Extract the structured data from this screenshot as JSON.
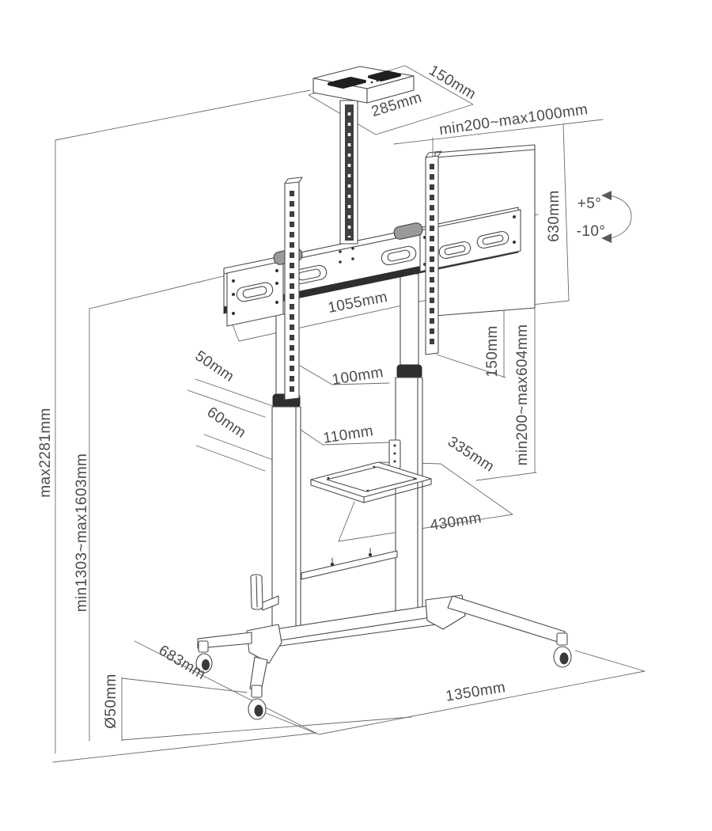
{
  "page": {
    "background": "#ffffff"
  },
  "diagram": {
    "type": "isometric dimensional technical drawing",
    "subject": "Height-adjustable mobile TV floor stand with camera shelf, AV shelf and casters",
    "colors": {
      "line": "#4a4a4a",
      "dimension_line": "#6a6a6a",
      "dark_fill": "#2e2e2e",
      "text": "#4b4b4b",
      "background": "#ffffff"
    },
    "dimensions": {
      "camera_shelf_depth": "150mm",
      "camera_shelf_width": "285mm",
      "mount_width_range": "min200~max1000mm",
      "screen_height": "630mm",
      "tilt_up": "+5°",
      "tilt_down": "-10°",
      "crossbar_length": "1055mm",
      "rail_extension": "150mm",
      "mount_height_range": "min200~max604mm",
      "upper_column_side": "50mm",
      "upper_column_front": "100mm",
      "lower_column_side": "60mm",
      "lower_column_front": "110mm",
      "shelf_depth": "335mm",
      "shelf_width": "430mm",
      "overall_height": "max2281mm",
      "height_adjust_range": "min1303~max1603mm",
      "base_depth": "683mm",
      "base_width": "1350mm",
      "caster_diameter": "Ø50mm"
    }
  }
}
